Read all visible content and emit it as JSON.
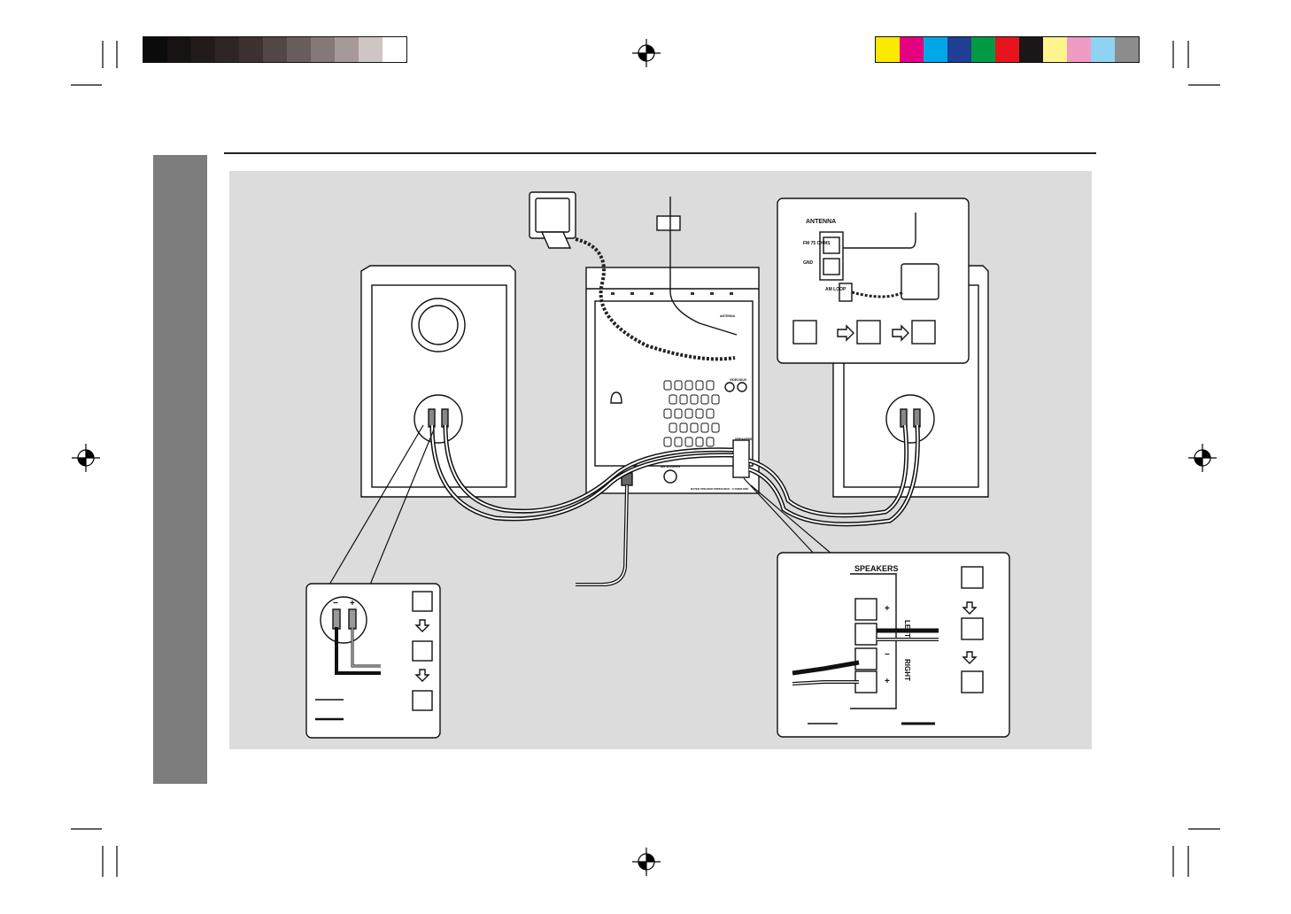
{
  "color_bars": {
    "grayscale": [
      "#0b0b0b",
      "#171313",
      "#221b1a",
      "#2e2524",
      "#3e3230",
      "#544644",
      "#6b5d5b",
      "#857876",
      "#a69997",
      "#cfc6c4",
      "#ffffff"
    ],
    "process": [
      "#fbea00",
      "#e5007f",
      "#00a7e6",
      "#1f3e94",
      "#009a44",
      "#e6141d",
      "#1b1618",
      "#fff48d",
      "#f09bc3",
      "#8fd3f3",
      "#8c8c8c"
    ]
  },
  "antenna_inset": {
    "title": "ANTENNA",
    "fm_label": "FM\n75 OHMS",
    "gnd_label": "GND",
    "am_label": "AM\nLOOP"
  },
  "rear_panel": {
    "antenna_label": "ANTENNA",
    "speakers_label": "SPEAKERS",
    "audio_in_label": "VIDEO/AUX",
    "subwoofer_label": "AM\nWOOFER",
    "impedance_label": "RATED SPEAKER IMPEDANCE : 6 OHMS MIN."
  },
  "speakers_inset": {
    "title": "SPEAKERS",
    "left_label": "LEFT",
    "right_label": "RIGHT",
    "plus": "+",
    "minus": "−"
  },
  "terminal_inset": {
    "minus": "−",
    "plus": "+"
  }
}
